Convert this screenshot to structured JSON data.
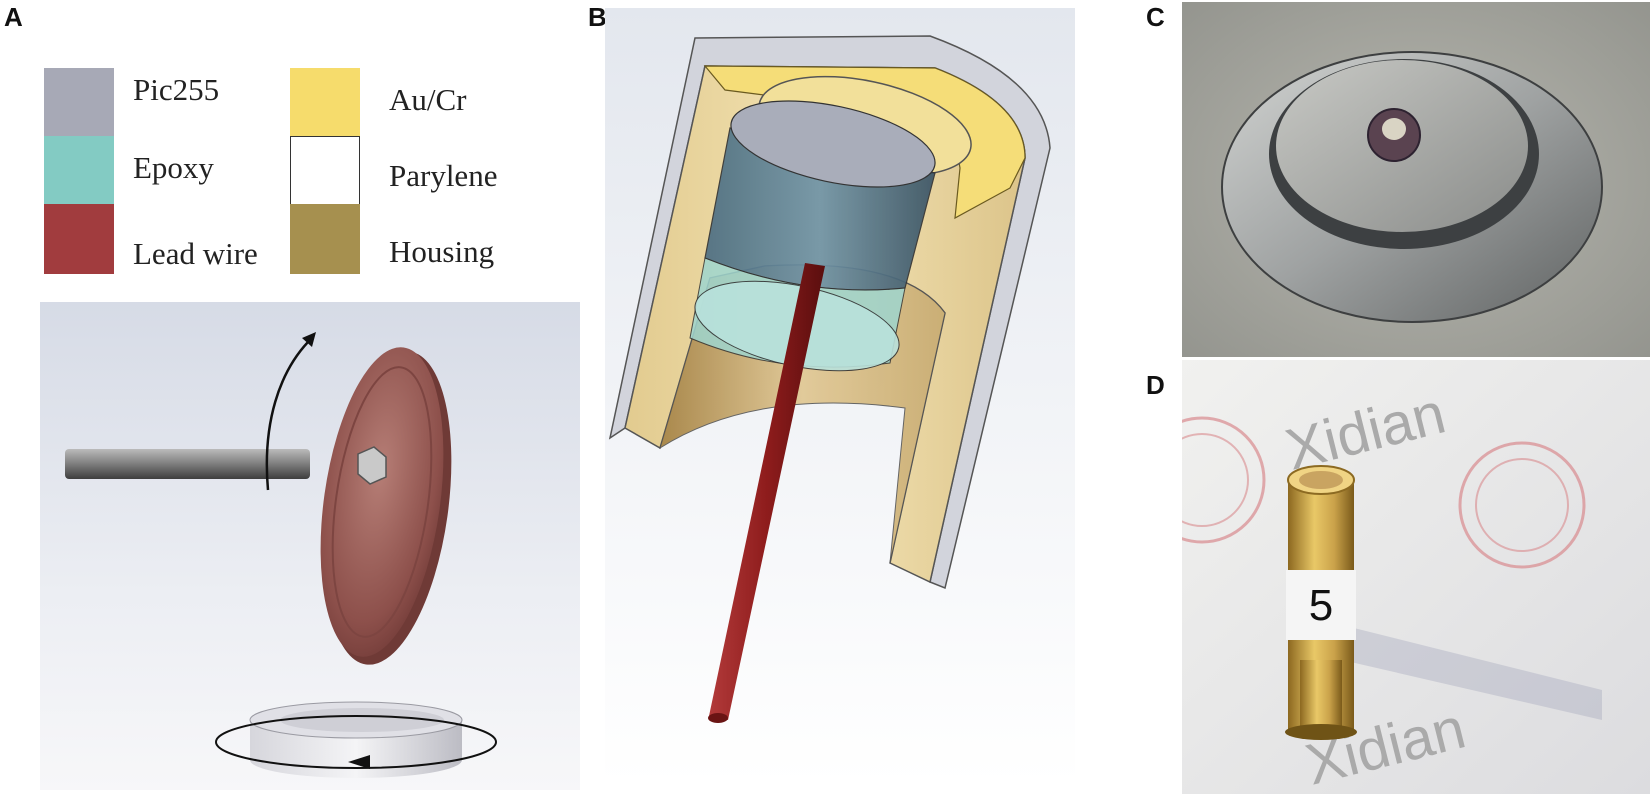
{
  "panels": {
    "a": "A",
    "b": "B",
    "c": "C",
    "d": "D"
  },
  "legend": [
    {
      "label": "Pic255",
      "color": "#a7a9b6"
    },
    {
      "label": "Epoxy",
      "color": "#83cbc3"
    },
    {
      "label": "Lead wire",
      "color": "#a13c3e"
    },
    {
      "label": "Au/Cr",
      "color": "#f6dc6c"
    },
    {
      "label": "Parylene",
      "color": "#ffffff"
    },
    {
      "label": "Housing",
      "color": "#a6904f"
    }
  ],
  "photo_d": {
    "watermark_top": "Xidian",
    "watermark_bottom": "Xidian",
    "label_number": "5"
  },
  "colors": {
    "disc": "#9c5a55",
    "wire": "#8e1c1c",
    "housing": "#e8d49c",
    "gold": "#c9a94a"
  }
}
